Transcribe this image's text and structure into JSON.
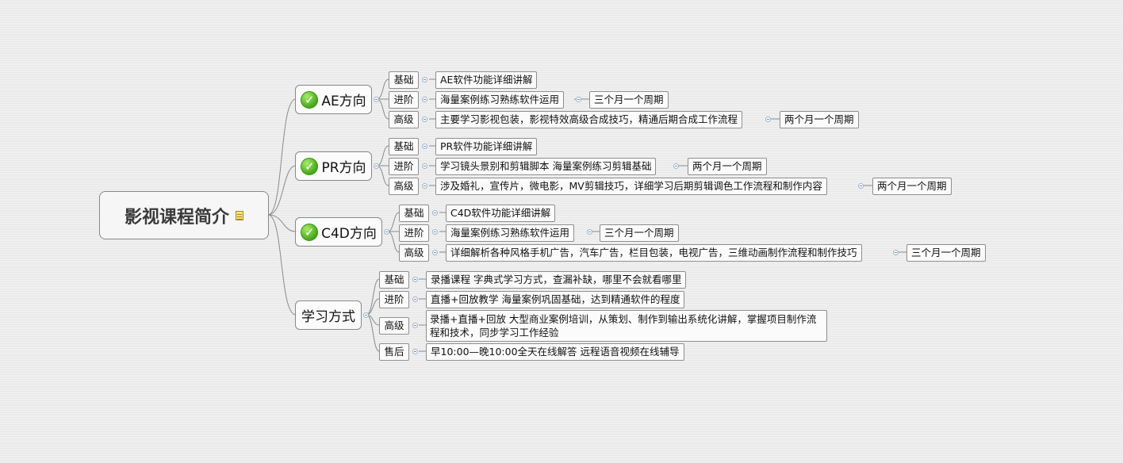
{
  "root": {
    "title": "影视课程简介",
    "note_icon": "note-icon"
  },
  "branches": {
    "ae": {
      "title": "AE方向",
      "icon": "check-icon",
      "basic": {
        "level": "基础",
        "text": "AE软件功能详细讲解"
      },
      "advance": {
        "level": "进阶",
        "text": "海量案例练习熟练软件运用",
        "period": "三个月一个周期"
      },
      "senior": {
        "level": "高级",
        "text": "主要学习影视包装，影视特效高级合成技巧，精通后期合成工作流程",
        "period": "两个月一个周期"
      }
    },
    "pr": {
      "title": "PR方向",
      "icon": "check-icon",
      "basic": {
        "level": "基础",
        "text": "PR软件功能详细讲解"
      },
      "advance": {
        "level": "进阶",
        "text": "学习镜头景别和剪辑脚本 海量案例练习剪辑基础",
        "period": "两个月一个周期"
      },
      "senior": {
        "level": "高级",
        "text": "涉及婚礼，宣传片，微电影，MV剪辑技巧，详细学习后期剪辑调色工作流程和制作内容",
        "period": "两个月一个周期"
      }
    },
    "c4d": {
      "title": "C4D方向",
      "icon": "check-icon",
      "basic": {
        "level": "基础",
        "text": "C4D软件功能详细讲解"
      },
      "advance": {
        "level": "进阶",
        "text": "海量案例练习熟练软件运用",
        "period": "三个月一个周期"
      },
      "senior": {
        "level": "高级",
        "text": "详细解析各种风格手机广告，汽车广告，栏目包装，电视广告，三维动画制作流程和制作技巧",
        "period": "三个月一个周期"
      }
    },
    "study": {
      "title": "学习方式",
      "basic": {
        "level": "基础",
        "text": "录播课程  字典式学习方式，查漏补缺，哪里不会就看哪里"
      },
      "advance": {
        "level": "进阶",
        "text": "直播+回放教学  海量案例巩固基础，达到精通软件的程度"
      },
      "senior": {
        "level": "高级",
        "text": "录播+直播+回放  大型商业案例培训，从策划、制作到输出系统化讲解，掌握项目制作流程和技术，同步学习工作经验"
      },
      "after": {
        "level": "售后",
        "text": "早10:00—晚10:00全天在线解答  远程语音视频在线辅导"
      }
    }
  },
  "colors": {
    "connector": "#8a8a8a",
    "check": "#46a81a",
    "collapse_border": "#9cb4cf"
  }
}
